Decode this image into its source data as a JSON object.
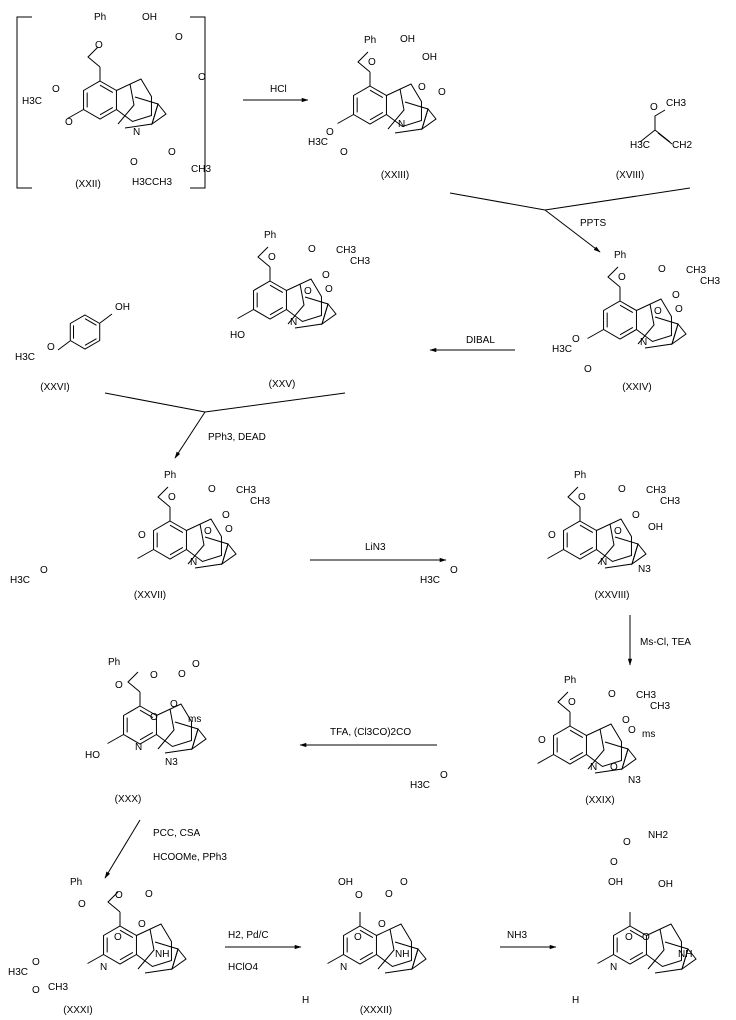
{
  "colors": {
    "ink": "#000000",
    "background": "#ffffff"
  },
  "compounds": [
    {
      "id": "XXII",
      "label": "(XXII)",
      "atoms": [
        "Ph",
        "O",
        "OH",
        "O",
        "O",
        "H3C",
        "O",
        "O",
        "N",
        "O",
        "O",
        "CH3",
        "H3C",
        "CH3"
      ]
    },
    {
      "id": "XXIII",
      "label": "(XXIII)",
      "atoms": [
        "Ph",
        "O",
        "OH",
        "OH",
        "O",
        "O",
        "H3C",
        "O",
        "N",
        "O"
      ]
    },
    {
      "id": "XVIII",
      "label": "(XVIII)",
      "atoms": [
        "O",
        "CH3",
        "H3C",
        "CH2"
      ]
    },
    {
      "id": "XXIV",
      "label": "(XXIV)",
      "atoms": [
        "Ph",
        "O",
        "O",
        "O",
        "CH3",
        "CH3",
        "O",
        "O",
        "H3C",
        "O",
        "N",
        "O"
      ]
    },
    {
      "id": "XXV",
      "label": "(XXV)",
      "atoms": [
        "Ph",
        "O",
        "O",
        "O",
        "CH3",
        "CH3",
        "HO",
        "N",
        "O",
        "O"
      ]
    },
    {
      "id": "XXVI",
      "label": "(XXVI)",
      "atoms": [
        "OH",
        "H3C",
        "O"
      ]
    },
    {
      "id": "XXVII",
      "label": "(XXVII)",
      "atoms": [
        "Ph",
        "O",
        "O",
        "O",
        "CH3",
        "CH3",
        "O",
        "H3C",
        "O",
        "N",
        "O",
        "O"
      ]
    },
    {
      "id": "XXVIII",
      "label": "(XXVIII)",
      "atoms": [
        "Ph",
        "O",
        "O",
        "O",
        "CH3",
        "CH3",
        "OH",
        "O",
        "H3C",
        "O",
        "N",
        "O",
        "N3"
      ]
    },
    {
      "id": "XXIX",
      "label": "(XXIX)",
      "atoms": [
        "Ph",
        "O",
        "O",
        "O",
        "CH3",
        "CH3",
        "O",
        "ms",
        "O",
        "H3C",
        "O",
        "N",
        "O",
        "N3"
      ]
    },
    {
      "id": "XXX",
      "label": "(XXX)",
      "atoms": [
        "Ph",
        "O",
        "O",
        "O",
        "O",
        "O",
        "ms",
        "HO",
        "N",
        "O",
        "N3"
      ]
    },
    {
      "id": "XXXI",
      "label": "(XXXI)",
      "atoms": [
        "Ph",
        "O",
        "O",
        "O",
        "O",
        "H3C",
        "O",
        "O",
        "CH3",
        "N",
        "O",
        "NH"
      ]
    },
    {
      "id": "XXXII",
      "label": "(XXXII)",
      "atoms": [
        "OH",
        "O",
        "O",
        "O",
        "O",
        "N",
        "O",
        "NH",
        "H"
      ]
    },
    {
      "id": "final",
      "label": "",
      "atoms": [
        "O",
        "NH2",
        "O",
        "OH",
        "OH",
        "O",
        "N",
        "O",
        "NH",
        "H"
      ]
    }
  ],
  "reactions": [
    {
      "id": "hcl",
      "reagents": [
        "HCl"
      ]
    },
    {
      "id": "ppts",
      "reagents": [
        "PPTS"
      ]
    },
    {
      "id": "dibal",
      "reagents": [
        "DIBAL"
      ]
    },
    {
      "id": "mitsunobu",
      "reagents": [
        "PPh3, DEAD"
      ]
    },
    {
      "id": "lin3",
      "reagents": [
        "LiN3"
      ]
    },
    {
      "id": "mscl",
      "reagents": [
        "Ms-Cl, TEA"
      ]
    },
    {
      "id": "tfa",
      "reagents": [
        "TFA, (Cl3CO)2CO"
      ]
    },
    {
      "id": "pcc",
      "reagents": [
        "PCC, CSA",
        "HCOOMe, PPh3"
      ]
    },
    {
      "id": "h2",
      "reagents": [
        "H2, Pd/C",
        "HClO4"
      ]
    },
    {
      "id": "nh3",
      "reagents": [
        "NH3"
      ]
    }
  ]
}
